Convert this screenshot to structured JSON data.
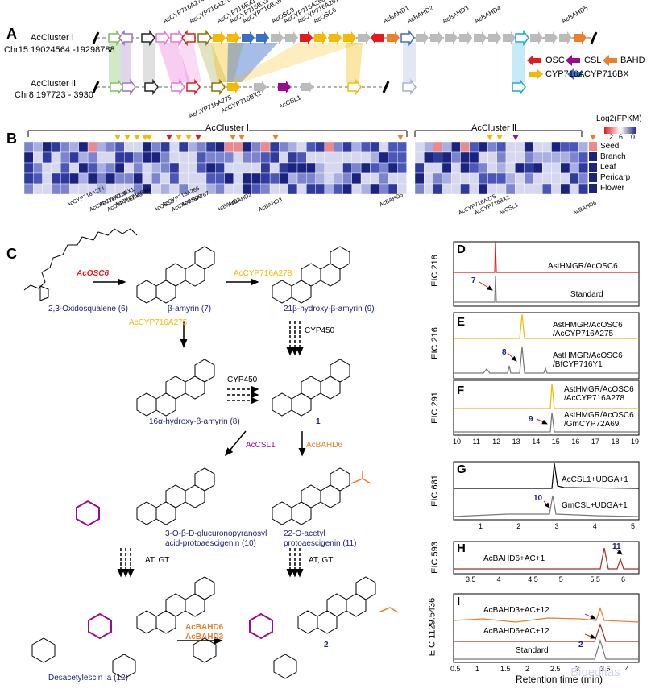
{
  "panels": {
    "A": "A",
    "B": "B",
    "C": "C",
    "D": "D",
    "E": "E",
    "F": "F",
    "G": "G",
    "H": "H",
    "I": "I"
  },
  "panelA": {
    "cluster1_name": "AcCluster Ⅰ",
    "cluster1_loc": "Chr15:19024564 -19298788",
    "cluster2_name": "AcCluster Ⅱ",
    "cluster2_loc": "Chr8:197723 - 3930",
    "genes_top": [
      "AcCYP716A274",
      "AcCYP716A278",
      "AcCYP716BX1",
      "AcCYP716BX3",
      "AcCYP716BX6",
      "AcOSC9",
      "AcCYP716A266",
      "AcCYP716A267",
      "AcOSC6",
      "AcBAHD1",
      "AcBAHD2",
      "AcBAHD3",
      "AcBAHD4",
      "AcBAHD5"
    ],
    "genes_bottom": [
      "AcCYP716A275",
      "AcCYP716BX2",
      "AcCSL1"
    ],
    "legend": [
      {
        "label": "OSC",
        "color": "#e41a1c"
      },
      {
        "label": "CSL",
        "color": "#9c0a8f"
      },
      {
        "label": "BAHD",
        "color": "#f07d2a"
      },
      {
        "label": "CYP716A",
        "color": "#f6b800"
      },
      {
        "label": "CYP716BX",
        "color": "#3a6fc9"
      }
    ]
  },
  "panelB": {
    "cluster1_label": "AcCluster Ⅰ",
    "cluster2_label": "AcCluster Ⅱ",
    "legend_title": "Log2(FPKM)",
    "legend_ticks": [
      "12",
      "6",
      "0"
    ],
    "tissues": [
      "Seed",
      "Branch",
      "Leaf",
      "Pericarp",
      "Flower"
    ],
    "genes1": [
      "AcCYP716A274",
      "AcCYP716A278",
      "AcCYP716BX1",
      "AcCYP716BX3",
      "AcCYP716BX6",
      "AcOSC9",
      "AcCYP716A266",
      "AcCYP716A267",
      "AcOSC6",
      "AcBAHD1",
      "AcBAHD2",
      "AcBAHD3",
      "AcBAHD5"
    ],
    "genes2": [
      "AcCYP716A275",
      "AcCYP716BX2",
      "AcCSL1",
      "AcBAHD6"
    ]
  },
  "panelC": {
    "enzyme_osc6": "AcOSC6",
    "enzyme_a278": "AcCYP716A278",
    "enzyme_a275": "AcCYP716A275",
    "cyp450_1": "CYP450",
    "cyp450_2": "CYP450",
    "enzyme_csl1": "AcCSL1",
    "enzyme_bahd6": "AcBAHD6",
    "at_gt_1": "AT, GT",
    "at_gt_2": "AT, GT",
    "enzyme_bahd6b": "AcBAHD6",
    "enzyme_bahd3": "AcBAHD3",
    "cmpd6": "2,3-Oxidosqualene (6)",
    "cmpd7": "β-amyrin (7)",
    "cmpd9": "21β-hydroxy-β-amyrin (9)",
    "cmpd8": "16α-hydroxy-β-amyrin (8)",
    "cmpd1": "1",
    "cmpd10_1": "3-O-β-D-glucuronopyranosyl",
    "cmpd10_2": "acid-protoaescigenin (10)",
    "cmpd11_1": "22-O-acetyl",
    "cmpd11_2": "protoaescigenin (11)",
    "cmpd12": "Desacetylescin Ia (12)",
    "cmpd2": "2"
  },
  "panelD": {
    "ylabel": "EIC 218",
    "trace1": "AstHMGR/AcOSC6",
    "trace2": "Standard",
    "peak": "7"
  },
  "panelE": {
    "ylabel": "EIC 216",
    "trace1a": "AstHMGR/AcOSC6",
    "trace1b": "/AcCYP716A275",
    "trace2a": "AstHMGR/AcOSC6",
    "trace2b": "/BfCYP716Y1",
    "peak": "8"
  },
  "panelF": {
    "ylabel": "EIC 291",
    "trace1a": "AstHMGR/AcOSC6",
    "trace1b": "/AcCYP716A278",
    "trace2a": "AstHMGR/AcOSC6",
    "trace2b": "/GmCYP72A69",
    "peak": "9",
    "ticks": [
      "10",
      "11",
      "12",
      "13",
      "14",
      "15",
      "16",
      "17",
      "18",
      "19"
    ]
  },
  "panelG": {
    "ylabel": "EIC 681",
    "trace1": "AcCSL1+UDGA+1",
    "trace2": "GmCSL+UDGA+1",
    "peak": "10",
    "ticks": [
      "1",
      "2",
      "3",
      "4",
      "5"
    ]
  },
  "panelH": {
    "ylabel": "EIC 593",
    "trace1": "AcBAHD6+AC+1",
    "peak": "11",
    "ticks": [
      "3.5",
      "4",
      "4.5",
      "5",
      "5.5",
      "6"
    ]
  },
  "panelI": {
    "ylabel": "EIC 1129.5436",
    "trace1": "AcBAHD3+AC+12",
    "trace2": "AcBAHD6+AC+12",
    "trace3": "Standard",
    "peak": "2",
    "ticks": [
      "0.5",
      "1",
      "1.5",
      "2",
      "2.5",
      "3",
      "3.5",
      "4"
    ],
    "xlabel": "Retention time (min)"
  },
  "watermark": "Bioeditas"
}
